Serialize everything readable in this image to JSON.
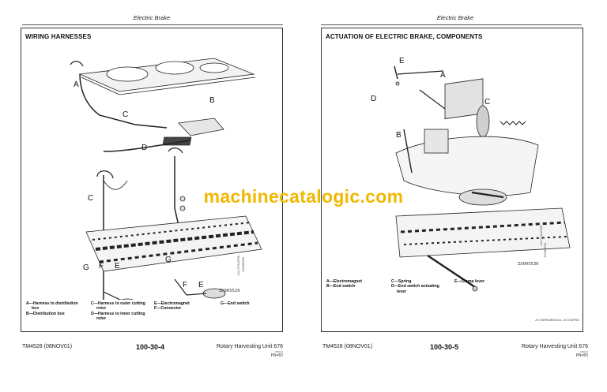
{
  "watermark": "machinecatalogic.com",
  "left_page": {
    "header": "Electric Brake",
    "section_title": "WIRING HARNESSES",
    "callouts": [
      "A",
      "B",
      "C",
      "D",
      "C",
      "G",
      "F",
      "E",
      "G",
      "F",
      "E"
    ],
    "figure_id": "ZX005529",
    "figure_id_vertical": "ZX005529",
    "figure_id_vertical2": "-UN-27AUG96",
    "legend": [
      [
        "A—Harness to distribution",
        "box",
        "B—Distribution box"
      ],
      [
        "C—Harness to outer cutting",
        "rotor",
        "D—Harness to inner cutting",
        "rotor"
      ],
      [
        "E—Electromagnet",
        "F—Connector"
      ],
      [
        "G—End switch"
      ]
    ],
    "footer": {
      "code": "TM4528 (08NOV01)",
      "page": "100-30-4",
      "title": "Rotary Harvesting Unit 676",
      "small": "081101",
      "pn": "PN=82"
    }
  },
  "right_page": {
    "header": "Electric Brake",
    "section_title": "ACTUATION OF ELECTRIC BRAKE, COMPONENTS",
    "callouts": [
      "E",
      "A",
      "D",
      "C",
      "B"
    ],
    "figure_id": "ZX005530",
    "figure_id_vertical": "ZX005530",
    "figure_id_vertical2": "-UN-27AUG96",
    "legend": [
      [
        "A—Electromagnet",
        "B—End switch"
      ],
      [
        "C—Spring",
        "D—End switch actuating",
        "lever"
      ],
      [
        "E—Clamp lever"
      ]
    ],
    "source_ref": "ZX,TMRRUB004124 -19-07APR00",
    "footer": {
      "code": "TM4528 (08NOV01)",
      "page": "100-30-5",
      "title": "Rotary Harvesting Unit 676",
      "small": "081101",
      "pn": "PN=83"
    }
  }
}
